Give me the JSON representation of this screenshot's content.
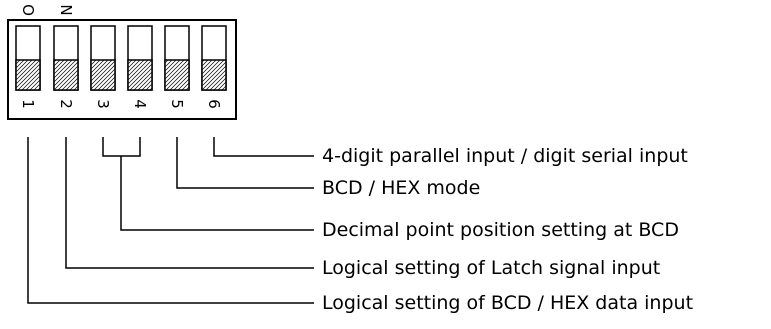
{
  "switch": {
    "on_text": "ON",
    "on_letters": [
      "O",
      "N"
    ],
    "positions": [
      "1",
      "2",
      "3",
      "4",
      "5",
      "6"
    ]
  },
  "labels": {
    "parallel_serial": "4-digit parallel input / digit serial input",
    "bcd_hex_mode": "BCD / HEX mode",
    "decimal_point": "Decimal point position setting at BCD",
    "latch_logic": "Logical setting of Latch signal input",
    "data_logic": "Logical setting of BCD / HEX data input"
  },
  "colors": {
    "line": "#000000",
    "hatch": "#000000",
    "background": "#ffffff"
  }
}
